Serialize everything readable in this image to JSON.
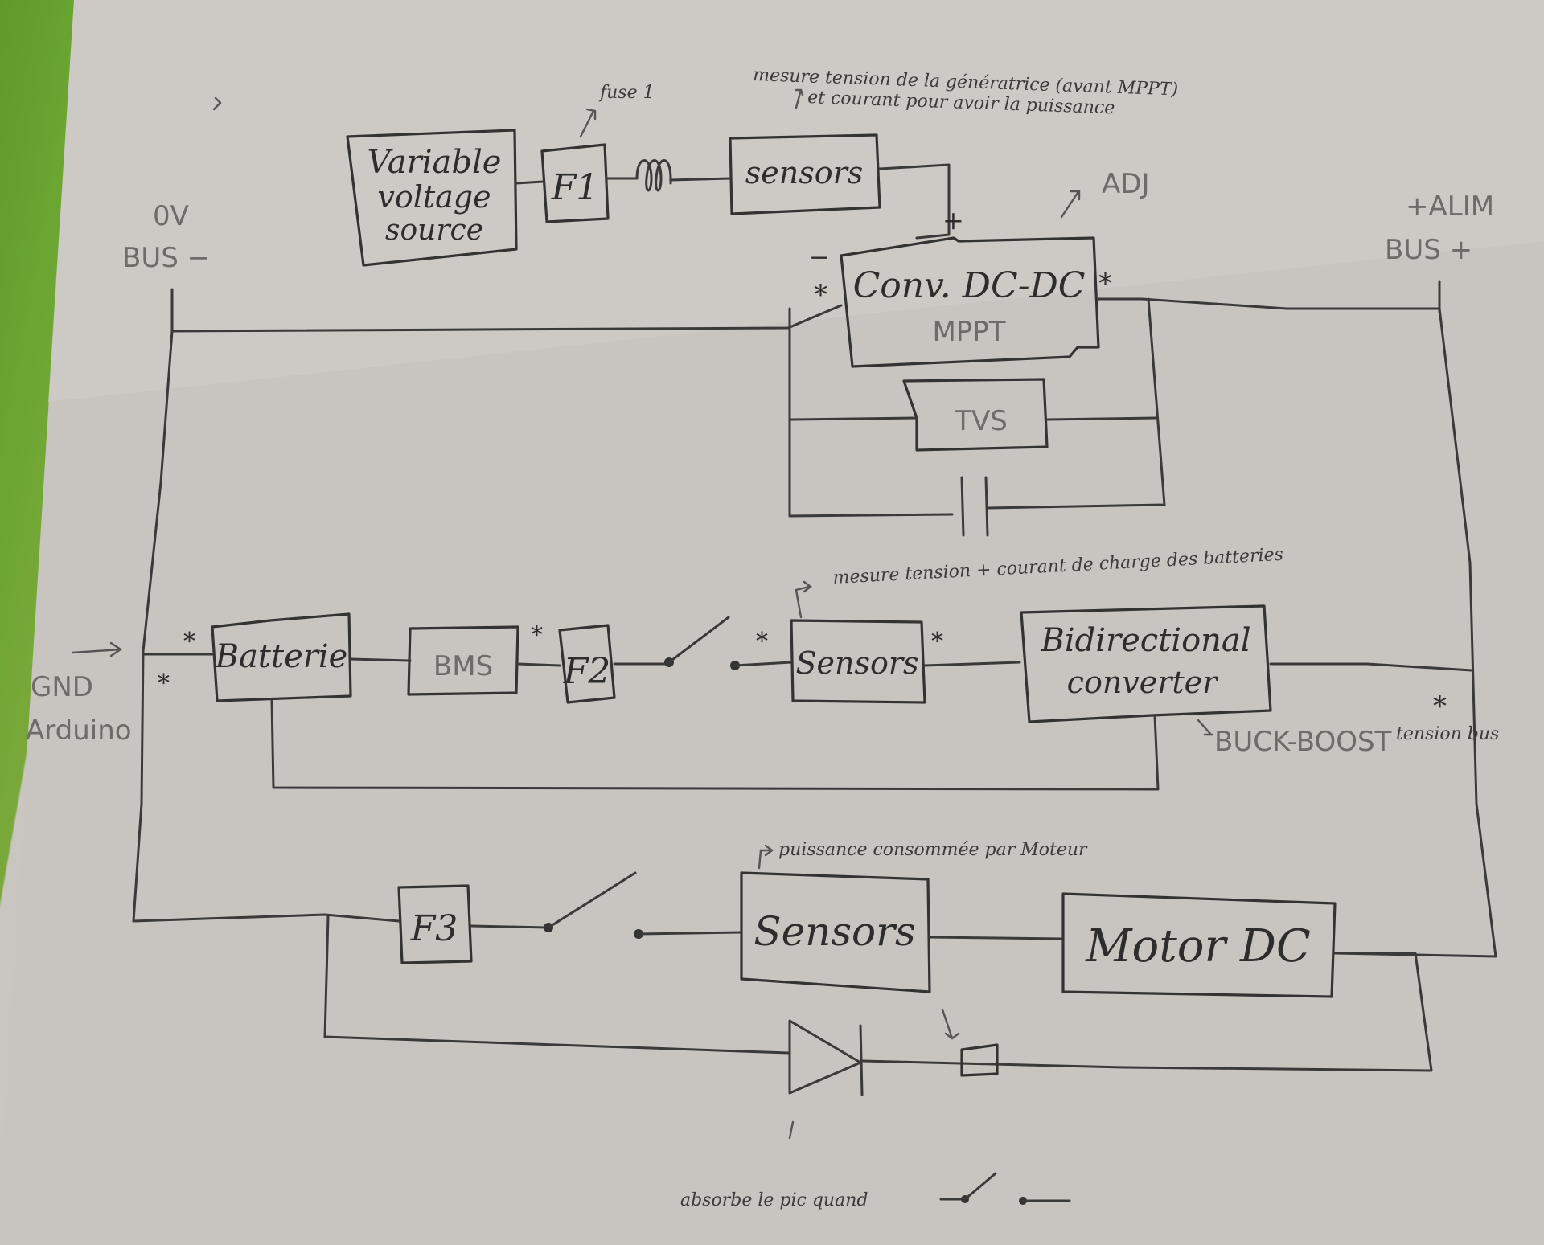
{
  "diagram": {
    "title_annotations": {
      "fuse_note": "fuse 1",
      "sensor_note_line1": "mesure tension de la génératrice (avant MPPT)",
      "sensor_note_line2": "et courant pour avoir la puissance",
      "adj_note": "ADJ",
      "battery_sensor_note": "mesure tension + courant de charge des batteries",
      "motor_sensor_note": "puissance consommée par Moteur",
      "buck_boost_note": "BUCK-BOOST",
      "tension_bus_note": "tension bus",
      "diode_note": "absorbe le pic quand"
    },
    "rails": {
      "neg_line1": "0V",
      "neg_line2": "BUS −",
      "pos_line1": "+ALIM",
      "pos_line2": "BUS +",
      "gnd_line1": "GND",
      "gnd_line2": "Arduino"
    },
    "blocks": {
      "source_line1": "Variable",
      "source_line2": "voltage",
      "source_line3": "source",
      "f1": "F1",
      "sensors1": "sensors",
      "mppt_line1": "Conv. DC-DC",
      "mppt_line2": "MPPT",
      "tvs": "TVS",
      "batterie": "Batterie",
      "bms": "BMS",
      "f2": "F2",
      "sensors2": "Sensors",
      "bidir_line1": "Bidirectional",
      "bidir_line2": "converter",
      "f3": "F3",
      "sensors3": "Sensors",
      "motor": "Motor DC"
    },
    "marks": {
      "plus": "+",
      "minus": "−",
      "star": "*"
    },
    "colors": {
      "paper": "#c9c6c1",
      "pencil": "#333333",
      "background_green": "#5f9a2c"
    }
  }
}
